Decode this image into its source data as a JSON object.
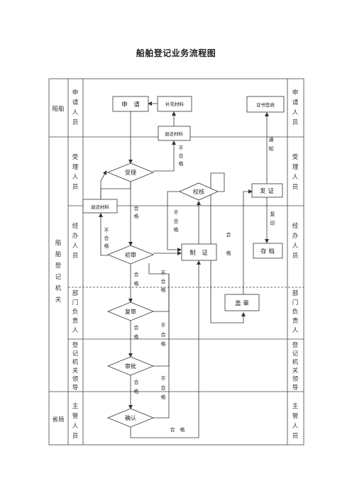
{
  "title": "船舶登记业务流程图",
  "orgs": {
    "ship": "船舶",
    "reg_org": [
      "船",
      "舶",
      "登",
      "记",
      "机",
      "关"
    ],
    "prov": "省局"
  },
  "roles_left": [
    [
      "申",
      "请",
      "人",
      "员"
    ],
    [
      "受",
      "理",
      "人",
      "员"
    ],
    [
      "经",
      "办",
      "人",
      "员"
    ],
    [
      "部",
      "门",
      "负",
      "责",
      "人"
    ],
    [
      "登",
      "记",
      "机",
      "关",
      "领",
      "导"
    ],
    [
      "主",
      "管",
      "人",
      "员"
    ]
  ],
  "roles_right": [
    [
      "申",
      "请",
      "人",
      "员"
    ],
    [
      "受",
      "理",
      "人",
      "员"
    ],
    [
      "经",
      "办",
      "人",
      "员"
    ],
    [
      "部",
      "门",
      "负",
      "责",
      "人"
    ],
    [
      "登",
      "记",
      "机",
      "关",
      "领",
      "导"
    ],
    [
      "主",
      "管",
      "人",
      "员"
    ]
  ],
  "nodes": {
    "apply": "申　请",
    "supplement": "补充材料",
    "return_top": "退还材料",
    "cert_receipt": "证书签收",
    "accept": "受理",
    "verify": "校核",
    "issue": "发 证",
    "return_left": "退还材料",
    "archive": "存 档",
    "first_review": "初审",
    "make_cert": "制　证",
    "seal": "盖 章",
    "review": "复审",
    "approve": "审批",
    "confirm": "确认"
  },
  "edge_labels": {
    "buhege": [
      "不",
      "合",
      "格"
    ],
    "hege": [
      "合",
      "格"
    ],
    "tongzhi": [
      "通",
      "知"
    ],
    "fuyin": [
      "复",
      "印"
    ],
    "hege_bottom": "合　格"
  }
}
